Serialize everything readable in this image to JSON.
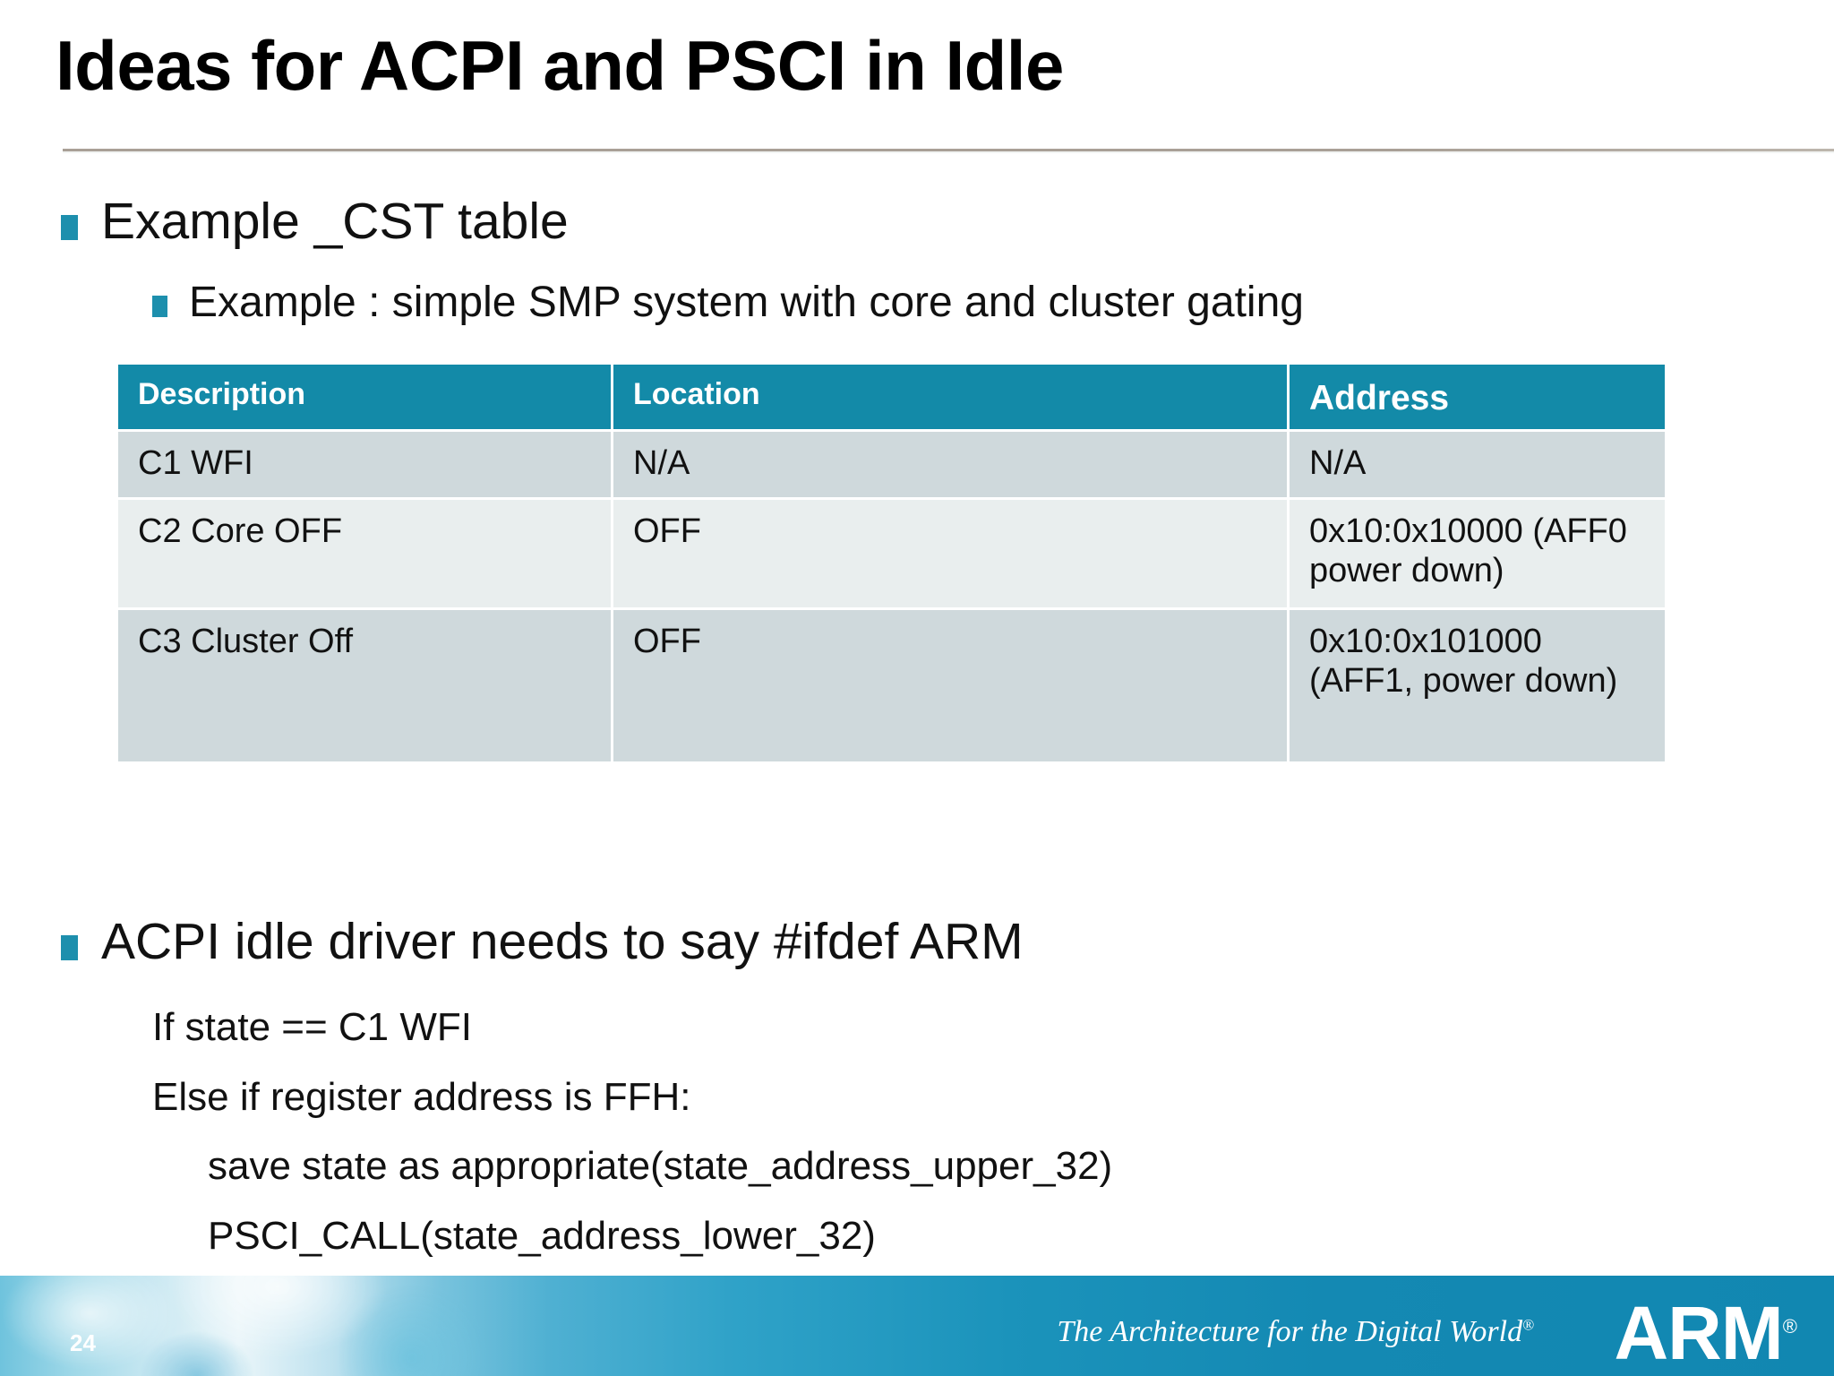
{
  "slide": {
    "title": "Ideas for ACPI and PSCI in Idle",
    "page_number": "24"
  },
  "bullets": {
    "example_cst": "Example _CST table",
    "example_smp": "Example : simple SMP system with core and cluster gating",
    "acpi_idle_driver": "ACPI idle driver needs to say #ifdef ARM",
    "if_state": "If state == C1 WFI",
    "else_if_register": "Else if register address is FFH:",
    "save_state": "save state as appropriate(state_address_upper_32)",
    "psci_call": "PSCI_CALL(state_address_lower_32)"
  },
  "table": {
    "headers": [
      "Description",
      "Location",
      "Address"
    ],
    "rows": [
      {
        "description": "C1 WFI",
        "location": "N/A",
        "address": "N/A"
      },
      {
        "description": "C2 Core OFF",
        "location": "OFF",
        "address": "0x10:0x10000 (AFF0 power down)"
      },
      {
        "description": "C3 Cluster Off",
        "location": "OFF",
        "address": "0x10:0x101000 (AFF1, power down)"
      }
    ]
  },
  "footer": {
    "tagline": "The Architecture for the Digital World",
    "tagline_mark": "®",
    "logo": "ARM",
    "logo_mark": "®"
  },
  "colors": {
    "accent_teal": "#138aa8",
    "bullet_square": "#1d8fad",
    "row_dark": "#cfd9dc",
    "row_light": "#e9eeee",
    "title_rule": "#a9a096"
  }
}
